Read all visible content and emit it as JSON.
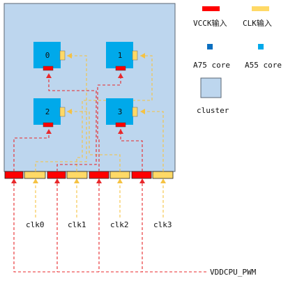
{
  "colors": {
    "cluster_fill": "#bdd6ee",
    "cluster_stroke": "#5a6573",
    "a55_core": "#00a9ea",
    "a75_core": "#0b6fc0",
    "vcck": "#ff0000",
    "clk": "#ffd966",
    "clk_stroke": "#f2c94c",
    "vcck_line": "#e8282b",
    "clk_line": "#f5c242"
  },
  "cores": [
    {
      "id": "0",
      "label": "0"
    },
    {
      "id": "1",
      "label": "1"
    },
    {
      "id": "2",
      "label": "2"
    },
    {
      "id": "3",
      "label": "3"
    }
  ],
  "clocks": [
    {
      "id": "clk0",
      "label": "clk0"
    },
    {
      "id": "clk1",
      "label": "clk1"
    },
    {
      "id": "clk2",
      "label": "clk2"
    },
    {
      "id": "clk3",
      "label": "clk3"
    }
  ],
  "supply": {
    "label": "VDDCPU_PWM"
  },
  "legend": {
    "vcck": "VCCK输入",
    "clk": "CLK输入",
    "a75": "A75 core",
    "a55": "A55 core",
    "cluster": "cluster"
  }
}
